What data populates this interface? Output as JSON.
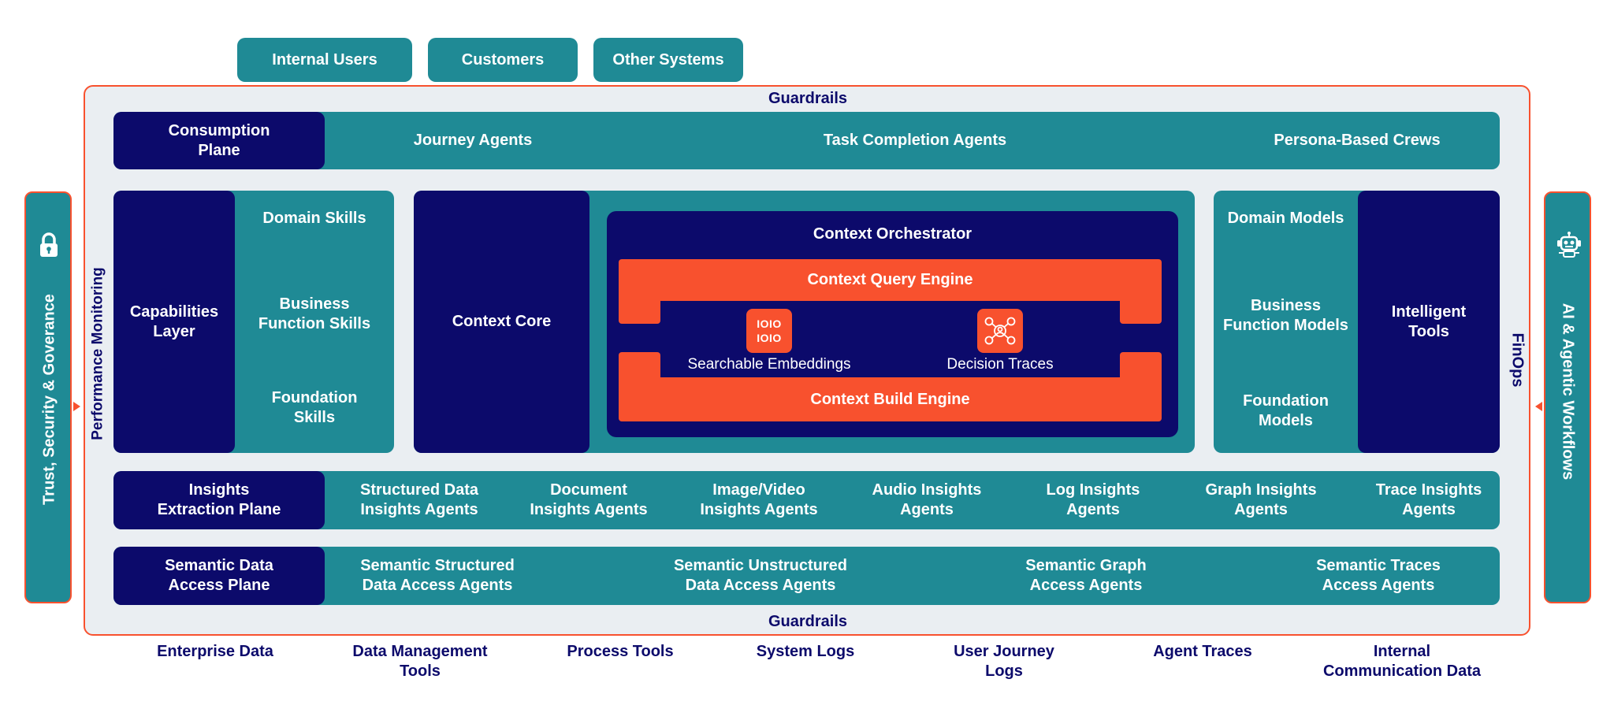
{
  "users": [
    "Internal Users",
    "Customers",
    "Other Systems"
  ],
  "guardrails_top": "Guardrails",
  "guardrails_bottom": "Guardrails",
  "left_pillar": "Trust, Security & Goverance",
  "right_pillar": "AI & Agentic Workflows",
  "performance_monitoring": "Performance Monitoring",
  "finops": "FinOps",
  "consumption": {
    "title": "Consumption\nPlane",
    "items": [
      "Journey Agents",
      "Task Completion Agents",
      "Persona-Based Crews"
    ]
  },
  "capabilities": {
    "title": "Capabilities\nLayer",
    "skills": [
      "Domain Skills",
      "Business\nFunction Skills",
      "Foundation\nSkills"
    ]
  },
  "context": {
    "core": "Context Core",
    "orchestrator": "Context Orchestrator",
    "query_engine": "Context Query Engine",
    "build_engine": "Context Build Engine",
    "embeddings_label": "Searchable Embeddings",
    "embeddings_icon_text": "IOIO\nIOIO",
    "traces_label": "Decision Traces"
  },
  "intelligent": {
    "title": "Intelligent\nTools",
    "models": [
      "Domain Models",
      "Business\nFunction Models",
      "Foundation\nModels"
    ]
  },
  "insights": {
    "title": "Insights\nExtraction Plane",
    "items": [
      "Structured Data\nInsights Agents",
      "Document\nInsights Agents",
      "Image/Video\nInsights Agents",
      "Audio Insights\nAgents",
      "Log Insights\nAgents",
      "Graph Insights\nAgents",
      "Trace Insights\nAgents"
    ]
  },
  "semantic": {
    "title": "Semantic Data\nAccess Plane",
    "items": [
      "Semantic Structured\nData Access Agents",
      "Semantic Unstructured\nData Access Agents",
      "Semantic Graph\nAccess Agents",
      "Semantic Traces\nAccess Agents"
    ]
  },
  "sources": [
    "Enterprise Data",
    "Data Management\nTools",
    "Process Tools",
    "System Logs",
    "User Journey\nLogs",
    "Agent Traces",
    "Internal\nCommunication Data"
  ],
  "colors": {
    "teal": "#1f8a95",
    "navy": "#0c0a6b",
    "orange": "#f8512e",
    "panel": "#eaeef2"
  }
}
